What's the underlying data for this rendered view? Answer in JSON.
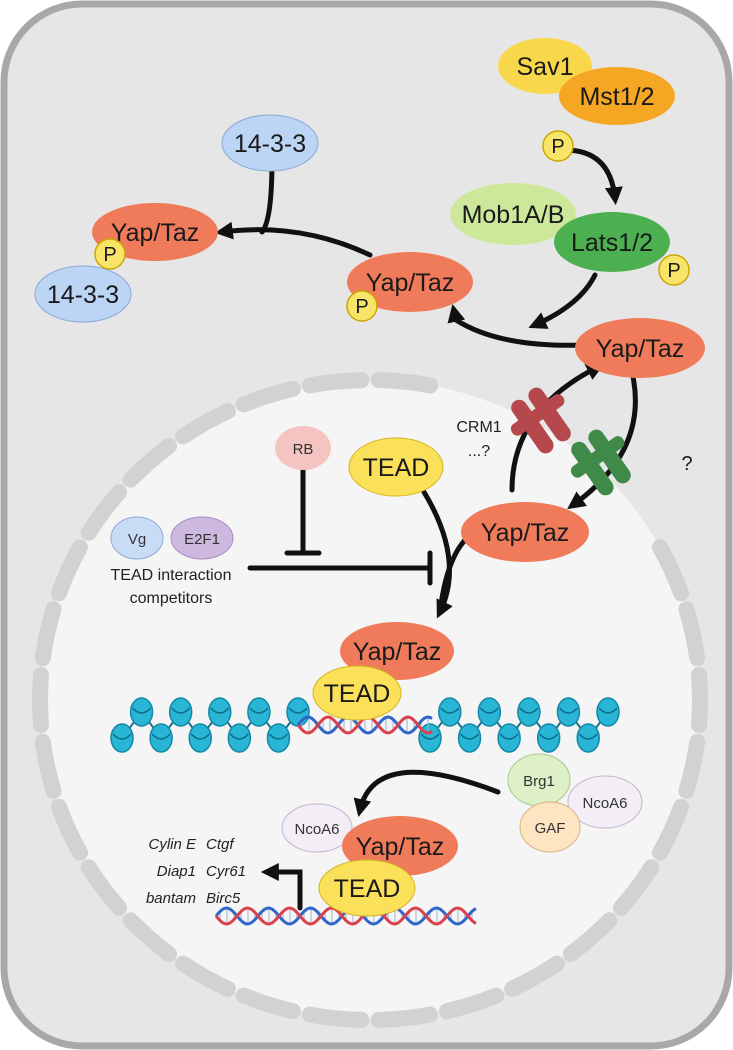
{
  "labels": {
    "sav1": "Sav1",
    "mst12": "Mst1/2",
    "p": "P",
    "mob1ab": "Mob1A/B",
    "lats12": "Lats1/2",
    "protein_1433": "14-3-3",
    "yaptaz": "Yap/Taz",
    "tead": "TEAD",
    "rb": "RB",
    "vg": "Vg",
    "e2f1": "E2F1",
    "competitors_line1": "TEAD interaction",
    "competitors_line2": "competitors",
    "crm1": "CRM1",
    "crm1_q": "...?",
    "question": "?",
    "brg1": "Brg1",
    "ncoa6": "NcoA6",
    "gaf": "GAF",
    "genes_col1": [
      "Cylin E",
      "Diap1",
      "bantam"
    ],
    "genes_col2": [
      "Ctgf",
      "Cyr61",
      "Birc5"
    ]
  },
  "colors": {
    "cell_fill": "#e6e6e6",
    "cell_border": "#a8a8a8",
    "nucleus_fill": "#f5f5f5",
    "nuclear_envelope": "#d2d2d2",
    "sav1": "#f8d84a",
    "mst12": "#f5a623",
    "phospho": "#f9e46a",
    "mob1ab": "#cde89a",
    "lats12": "#4caf50",
    "protein_1433": "#bcd5f5",
    "yaptaz": "#f07b5a",
    "tead": "#fbe05a",
    "rb": "#f4c4c0",
    "vg": "#c9dcf5",
    "e2f1": "#cdb8e0",
    "brg1": "#ddf0c8",
    "ncoa6": "#f3eef6",
    "gaf": "#fde5c2",
    "export_channel": "#b5484c",
    "import_channel": "#3f8a48",
    "nucleosome": "#29b6d6",
    "dna_red": "#d9414b",
    "dna_blue": "#2f66c9"
  }
}
